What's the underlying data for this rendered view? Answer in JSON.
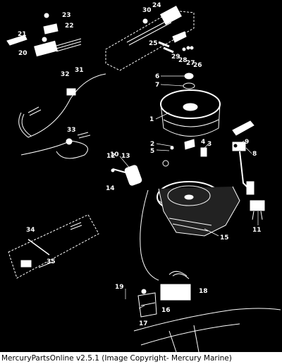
{
  "caption": "MercuryPartsOnline v2.5.1 (Image Copyright- Mercury Marine)",
  "callouts": {
    "c1": "1",
    "c2": "2",
    "c3": "3",
    "c4": "4",
    "c5": "5",
    "c6": "6",
    "c7": "7",
    "c8": "8",
    "c9": "9",
    "c10": "10",
    "c11": "11",
    "c12": "12",
    "c13": "13",
    "c14": "14",
    "c15": "15",
    "c16": "16",
    "c17": "17",
    "c18": "18",
    "c19": "19",
    "c20": "20",
    "c21": "21",
    "c22": "22",
    "c23": "23",
    "c24": "24",
    "c25": "25",
    "c26": "26",
    "c27": "27",
    "c28": "28",
    "c29": "29",
    "c30": "30",
    "c31": "31",
    "c32": "32",
    "c33": "33",
    "c34": "34",
    "c35": "35"
  },
  "colors": {
    "background": "#000000",
    "line": "#ffffff",
    "caption_bg": "#ffffff",
    "caption_text": "#000000"
  }
}
